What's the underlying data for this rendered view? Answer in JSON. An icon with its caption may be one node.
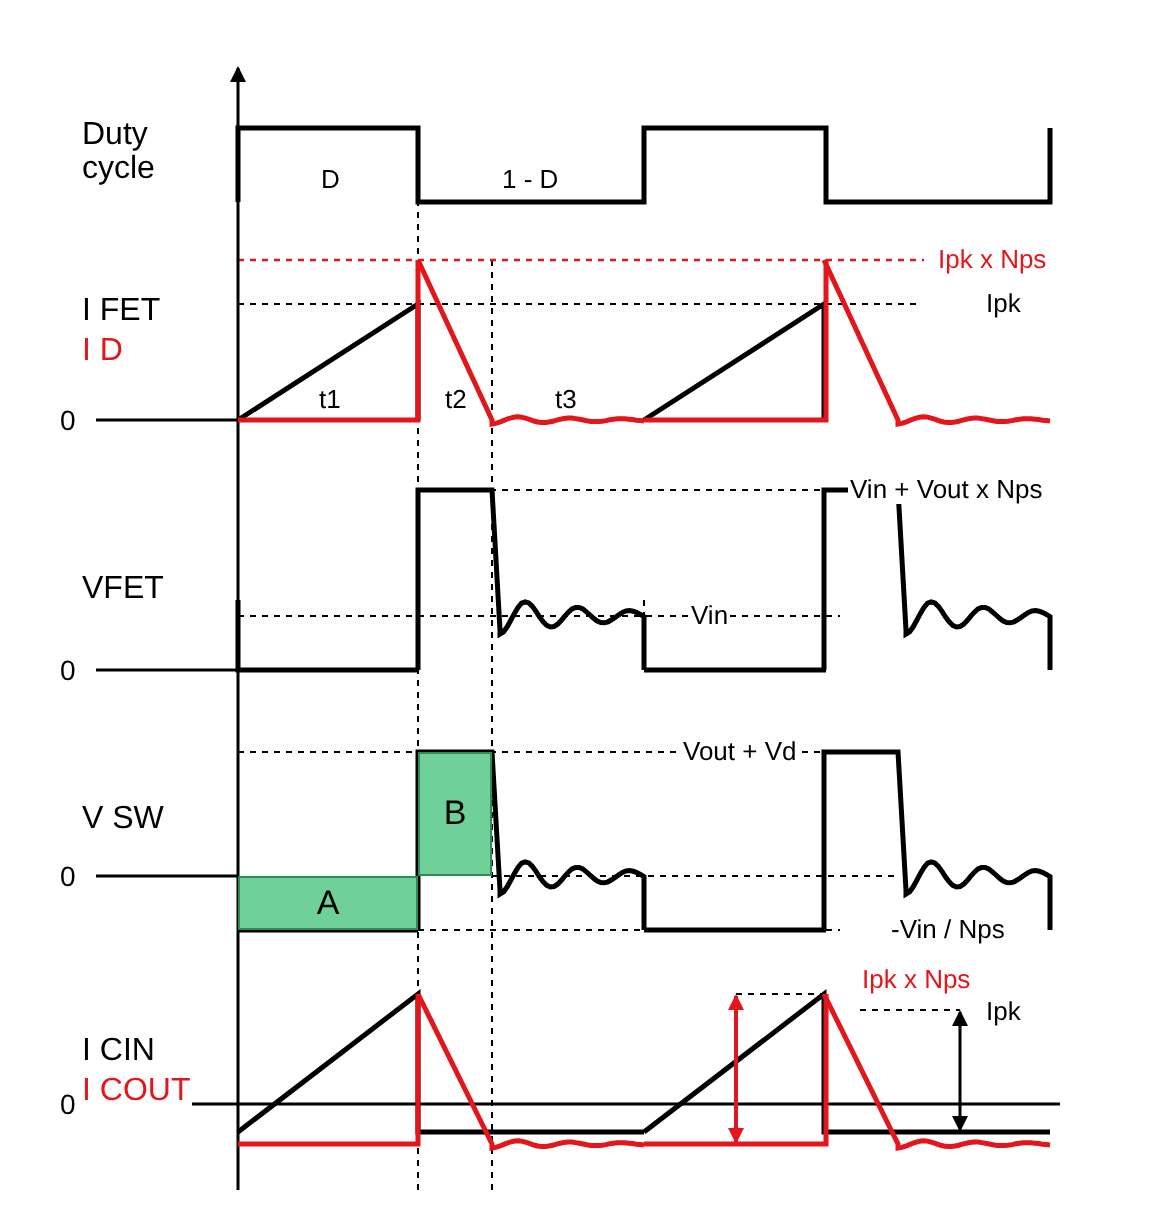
{
  "diagram": {
    "nodes": [
      {
        "text": [
          "A"
        ]
      },
      {
        "text": [
          "B"
        ]
      }
    ],
    "labels": [
      "Duty cycle",
      "D",
      "1 - D",
      "Ipk x Nps",
      "I FET",
      "I D",
      "Ipk",
      "t1",
      "t2",
      "t3",
      "0",
      "Vin + Vout x Nps",
      "VFET",
      "Vin",
      "0",
      "Vout + Vd",
      "V SW",
      "0",
      "-Vin / Nps",
      "Ipk x Nps",
      "I CIN",
      "I COUT",
      "Ipk",
      "0"
    ]
  }
}
